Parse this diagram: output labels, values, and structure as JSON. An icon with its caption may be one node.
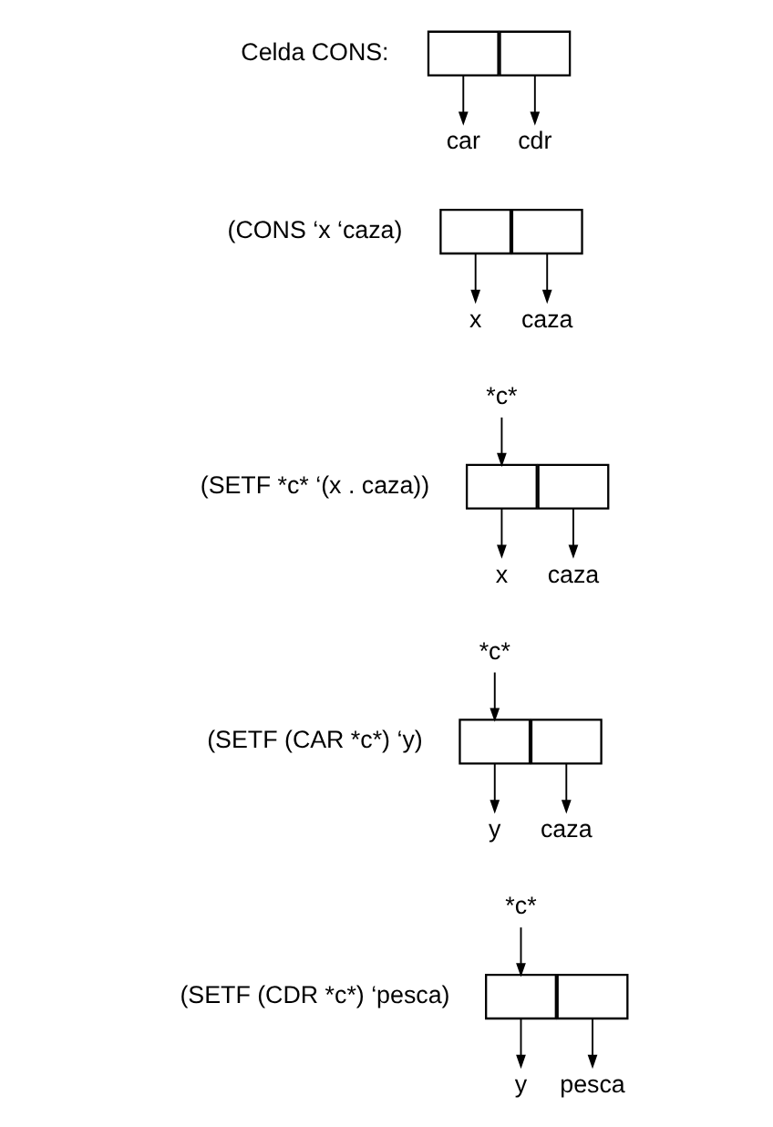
{
  "diagram": {
    "nodes": [
      {
        "text": [],
        "shape": "box"
      },
      {
        "text": [],
        "shape": "box"
      },
      {
        "text": [
          "car"
        ]
      },
      {
        "text": [
          "cdr"
        ]
      },
      {
        "text": [],
        "shape": "box"
      },
      {
        "text": [],
        "shape": "box"
      },
      {
        "text": [
          "x"
        ]
      },
      {
        "text": [
          "caza"
        ]
      },
      {
        "text": [
          "*c*"
        ]
      },
      {
        "text": [],
        "shape": "box"
      },
      {
        "text": [],
        "shape": "box"
      },
      {
        "text": [
          "x"
        ]
      },
      {
        "text": [
          "caza"
        ]
      },
      {
        "text": [
          "*c*"
        ]
      },
      {
        "text": [],
        "shape": "box"
      },
      {
        "text": [],
        "shape": "box"
      },
      {
        "text": [
          "y"
        ]
      },
      {
        "text": [
          "caza"
        ]
      },
      {
        "text": [
          "*c*"
        ]
      },
      {
        "text": [],
        "shape": "box"
      },
      {
        "text": [],
        "shape": "box"
      },
      {
        "text": [
          "y"
        ]
      },
      {
        "text": [
          "pesca"
        ]
      }
    ],
    "edges": [
      {
        "from": 0,
        "to": 2,
        "arrow": "to"
      },
      {
        "from": 1,
        "to": 3,
        "arrow": "to"
      },
      {
        "from": 4,
        "to": 6,
        "arrow": "to"
      },
      {
        "from": 5,
        "to": 7,
        "arrow": "to"
      },
      {
        "from": 8,
        "to": 9,
        "arrow": "to"
      },
      {
        "from": 9,
        "to": 11,
        "arrow": "to"
      },
      {
        "from": 10,
        "to": 12,
        "arrow": "to"
      },
      {
        "from": 13,
        "to": 14,
        "arrow": "to"
      },
      {
        "from": 14,
        "to": 16,
        "arrow": "to"
      },
      {
        "from": 15,
        "to": 17,
        "arrow": "to"
      },
      {
        "from": 18,
        "to": 19,
        "arrow": "to"
      },
      {
        "from": 19,
        "to": 21,
        "arrow": "to"
      },
      {
        "from": 20,
        "to": 22,
        "arrow": "to"
      }
    ],
    "labels": [
      "Celda CONS:",
      "(CONS ‘x ‘caza)",
      "(SETF *c* ‘(x . caza))",
      "(SETF (CAR *c*) ‘y)",
      "(SETF (CDR *c*) ‘pesca)"
    ]
  }
}
